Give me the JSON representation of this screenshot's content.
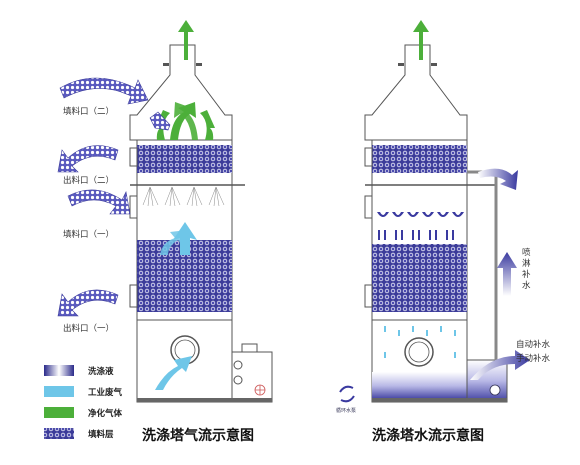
{
  "left": {
    "labels": {
      "fill_port_2": "填料口（二）",
      "discharge_port_2": "出料口（二）",
      "fill_port_1": "填料口（一）",
      "discharge_port_1": "出料口（一）"
    },
    "caption": "洗涤塔气流示意图"
  },
  "right": {
    "labels": {
      "spray_refill": "喷淋补水",
      "auto_refill": "自动补水",
      "manual_refill": "手动补水",
      "pump_tag": "循环水泵"
    },
    "caption": "洗涤塔水流示意图"
  },
  "legend": [
    {
      "label": "洗涤液",
      "swatch": "liquid"
    },
    {
      "label": "工业废气",
      "swatch": "exhaust"
    },
    {
      "label": "净化气体",
      "swatch": "clean"
    },
    {
      "label": "填料层",
      "swatch": "packing"
    }
  ],
  "colors": {
    "liquid": "#3b3b9e",
    "exhaust": "#6ec6e8",
    "clean": "#4caf3a",
    "packing": "#4a4aa8",
    "outline": "#444444"
  }
}
